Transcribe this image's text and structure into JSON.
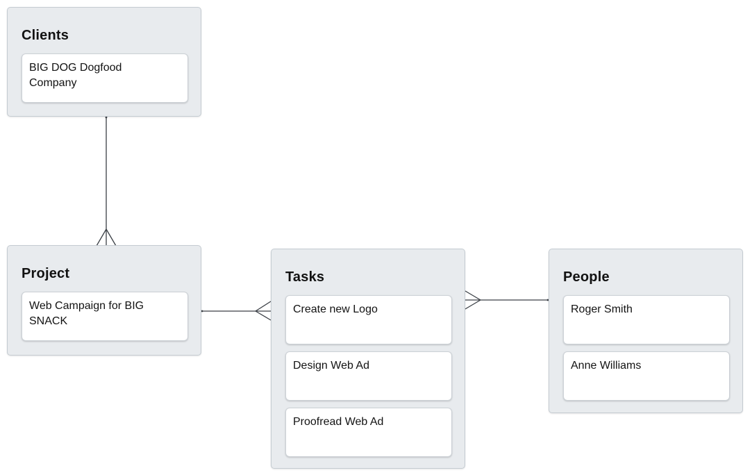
{
  "diagram": {
    "entities": [
      {
        "id": "clients",
        "title": "Clients",
        "items": [
          "BIG DOG Dogfood Company"
        ]
      },
      {
        "id": "project",
        "title": "Project",
        "items": [
          "Web Campaign for BIG SNACK"
        ]
      },
      {
        "id": "tasks",
        "title": "Tasks",
        "items": [
          "Create new Logo",
          "Design Web Ad",
          "Proofread Web Ad"
        ]
      },
      {
        "id": "people",
        "title": "People",
        "items": [
          "Roger Smith",
          "Anne Williams"
        ]
      }
    ],
    "connectors": [
      {
        "from": "Clients",
        "to": "Project",
        "cardinality": "one-to-many",
        "crow_foot_end": "Project"
      },
      {
        "from": "Project",
        "to": "Tasks",
        "cardinality": "one-to-many",
        "crow_foot_end": "Tasks"
      },
      {
        "from": "People",
        "to": "Tasks",
        "cardinality": "one-to-many",
        "crow_foot_end": "Tasks"
      }
    ],
    "colors": {
      "canvas": "#ffffff",
      "container_fill": "#e8ebee",
      "container_border": "#c4cbd1",
      "card_fill": "#ffffff",
      "card_border": "#ccd1d6",
      "connector": "#3a3f45",
      "text": "#121212"
    }
  }
}
